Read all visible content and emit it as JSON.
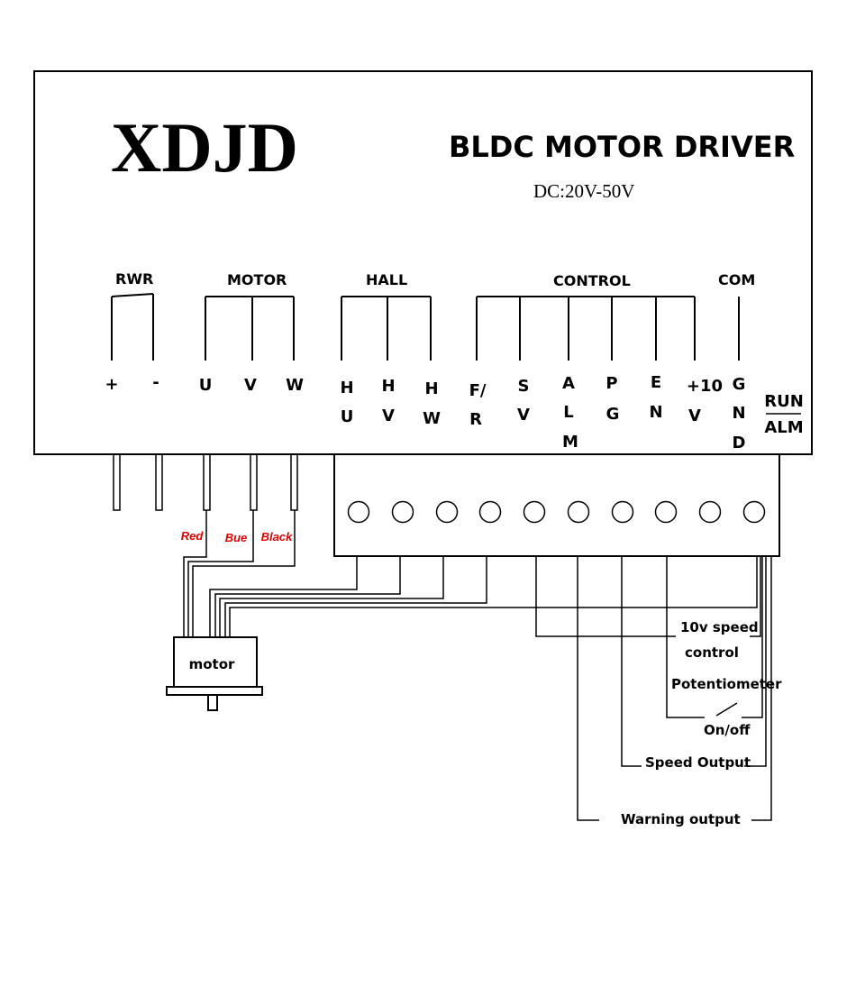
{
  "brand": "XDJD",
  "title": "BLDC MOTOR DRIVER",
  "subtitle": "DC:20V-50V",
  "groups": {
    "pwr": "RWR",
    "motor": "MOTOR",
    "hall": "HALL",
    "control": "CONTROL",
    "com": "COM"
  },
  "pins": {
    "plus": "+",
    "minus": "-",
    "u": "U",
    "v": "V",
    "w": "W",
    "hu": [
      "H",
      "U"
    ],
    "hv": [
      "H",
      "V"
    ],
    "hw": [
      "H",
      "W"
    ],
    "fr": [
      "F/",
      "R"
    ],
    "sv": [
      "S",
      "V"
    ],
    "alm": [
      "A",
      "L",
      "M"
    ],
    "pg": [
      "P",
      "G"
    ],
    "en": [
      "E",
      "N"
    ],
    "v10": [
      "+10",
      "V"
    ],
    "gnd": [
      "G",
      "N",
      "D"
    ],
    "run": "RUN",
    "alm2": "ALM"
  },
  "wire_colors": {
    "red": "Red",
    "blue": "Bue",
    "black": "Black"
  },
  "motor_label": "motor",
  "annotations": {
    "speed_control_1": "10v speed",
    "speed_control_2": "control",
    "potentiometer": "Potentiometer",
    "onoff": "On/off",
    "speed_output": "Speed Output",
    "warning_output": "Warning output"
  },
  "colors": {
    "line": "#000000",
    "wire_label": "#e00000",
    "background": "#ffffff"
  }
}
